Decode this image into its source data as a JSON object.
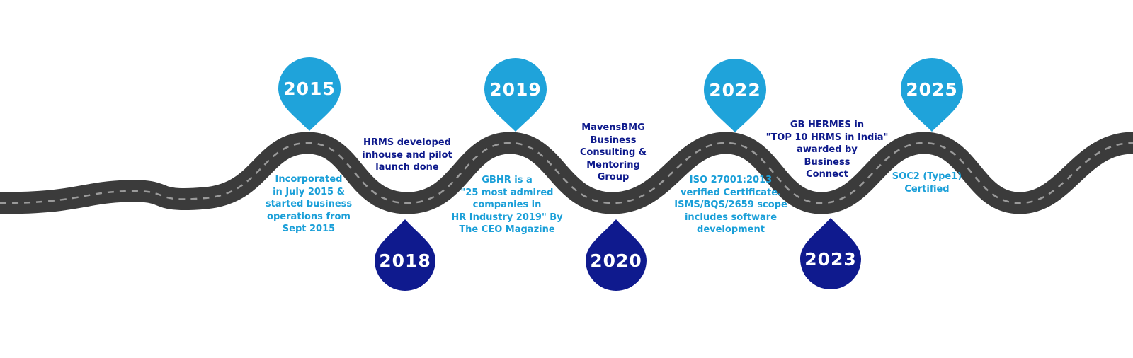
{
  "colors": {
    "road": "#3b3b3b",
    "road_dash": "#9a9a9a",
    "pin_light": "#1fa3da",
    "pin_dark": "#0f1a8e",
    "text_light": "#1a9fd8",
    "text_dark": "#0e1a8c"
  },
  "milestones": [
    {
      "year": "2015",
      "style": "light",
      "pin": "top",
      "text": "Incorporated\nin July 2015 &\nstarted business\noperations from\nSept 2015"
    },
    {
      "year": "2018",
      "style": "dark",
      "pin": "bottom",
      "text": "HRMS developed\ninhouse and pilot\nlaunch done"
    },
    {
      "year": "2019",
      "style": "light",
      "pin": "top",
      "text": "GBHR is a\n\"25 most admired\ncompanies in\nHR Industry 2019\" By\nThe CEO Magazine"
    },
    {
      "year": "2020",
      "style": "dark",
      "pin": "bottom",
      "text": "MavensBMG\nBusiness\nConsulting &\nMentoring\nGroup"
    },
    {
      "year": "2022",
      "style": "light",
      "pin": "top",
      "text": "ISO 27001:2013\nverified Certificate.\nISMS/BQS/2659 scope\nincludes software\ndevelopment"
    },
    {
      "year": "2023",
      "style": "dark",
      "pin": "bottom",
      "text": "GB HERMES in\n\"TOP 10 HRMS  in India\"\nawarded by\nBusiness\nConnect"
    },
    {
      "year": "2025",
      "style": "light",
      "pin": "top",
      "text": "SOC2 (Type1)\nCertified"
    }
  ]
}
